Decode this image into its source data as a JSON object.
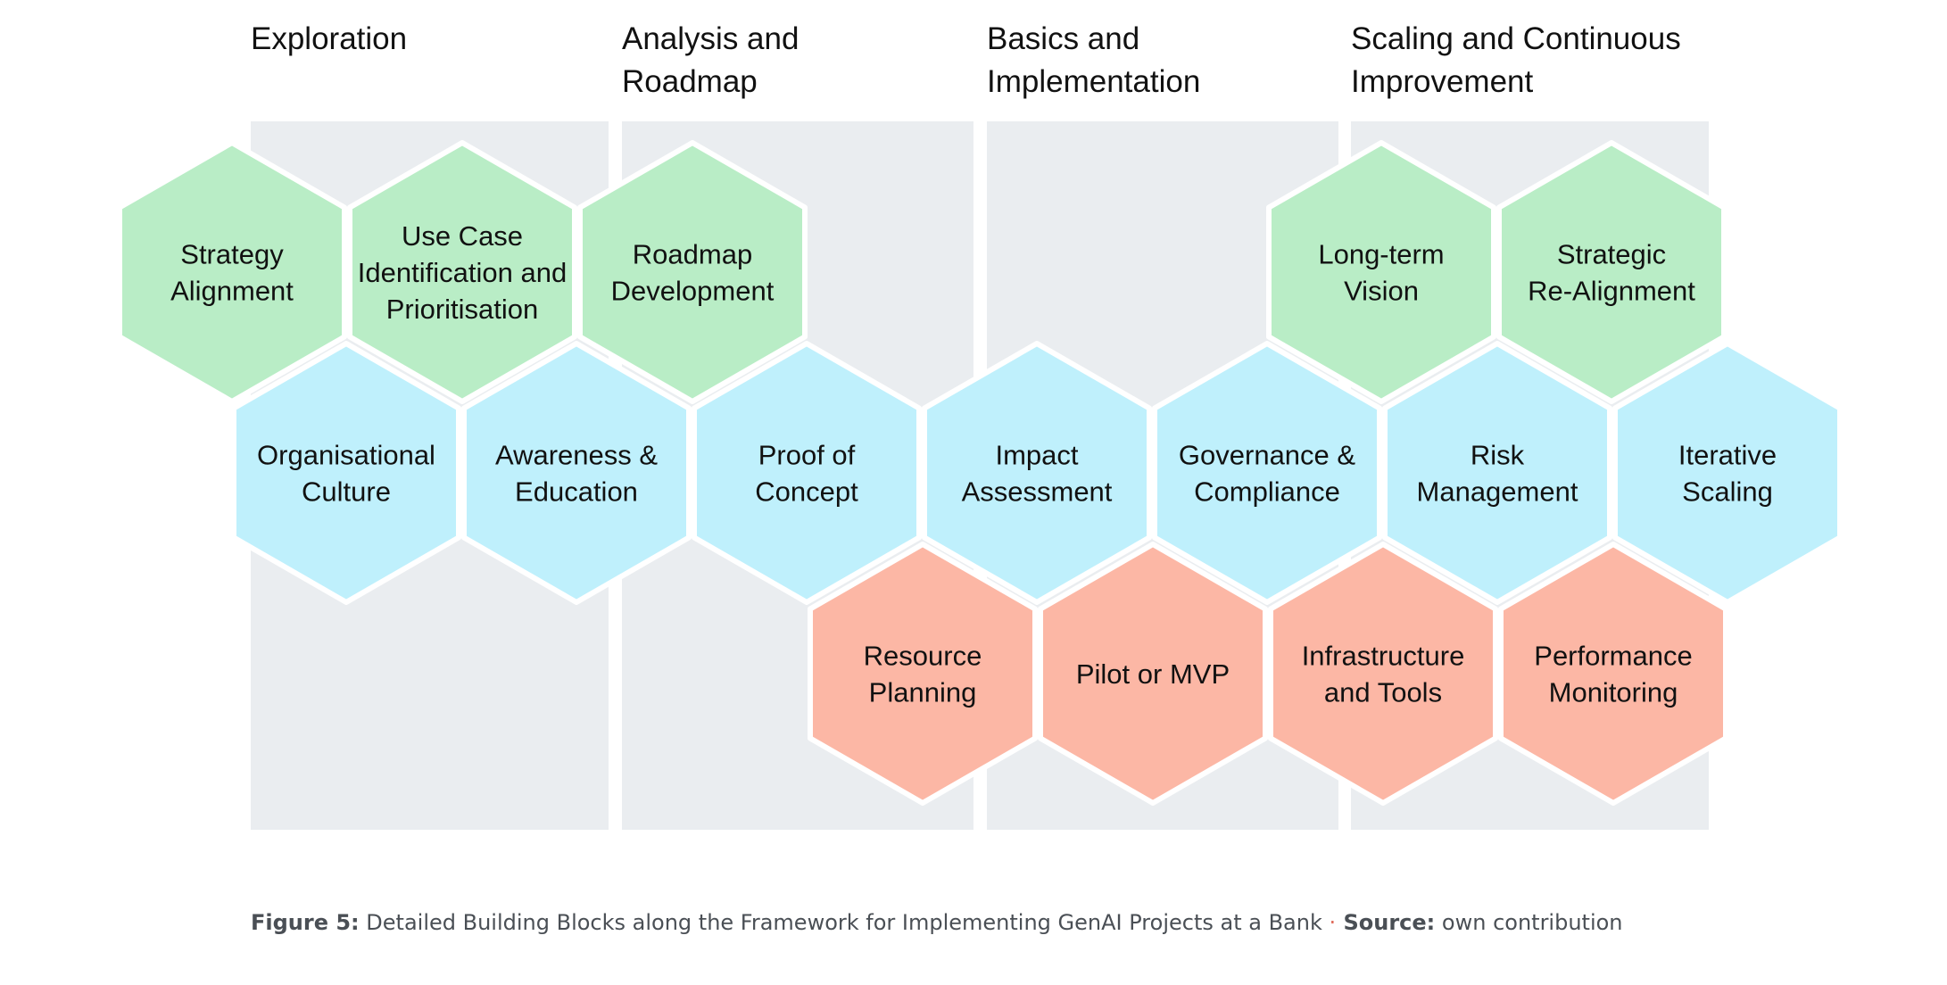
{
  "colors": {
    "panel": "#eaedf0",
    "green": "#b9edc6",
    "blue": "#bff0fc",
    "salmon": "#fcb7a5",
    "text": "#111111"
  },
  "phases": [
    {
      "title": "Exploration"
    },
    {
      "title": "Analysis and\nRoadmap"
    },
    {
      "title": "Basics and\nImplementation"
    },
    {
      "title": "Scaling and Continuous\nImprovement"
    }
  ],
  "blocks": {
    "green": [
      {
        "id": "strategy-alignment",
        "lines": [
          "Strategy",
          "Alignment"
        ]
      },
      {
        "id": "use-case-identification",
        "lines": [
          "Use Case",
          "Identification and",
          "Prioritisation"
        ]
      },
      {
        "id": "roadmap-development",
        "lines": [
          "Roadmap",
          "Development"
        ]
      },
      {
        "id": "long-term-vision",
        "lines": [
          "Long-term",
          "Vision"
        ]
      },
      {
        "id": "strategic-re-alignment",
        "lines": [
          "Strategic",
          "Re-Alignment"
        ]
      }
    ],
    "blue": [
      {
        "id": "organisational-culture",
        "lines": [
          "Organisational",
          "Culture"
        ]
      },
      {
        "id": "awareness-education",
        "lines": [
          "Awareness &",
          "Education"
        ]
      },
      {
        "id": "proof-of-concept",
        "lines": [
          "Proof of",
          "Concept"
        ]
      },
      {
        "id": "impact-assessment",
        "lines": [
          "Impact",
          "Assessment"
        ]
      },
      {
        "id": "governance-compliance",
        "lines": [
          "Governance &",
          "Compliance"
        ]
      },
      {
        "id": "risk-management",
        "lines": [
          "Risk",
          "Management"
        ]
      },
      {
        "id": "iterative-scaling",
        "lines": [
          "Iterative",
          "Scaling"
        ]
      }
    ],
    "salmon": [
      {
        "id": "resource-planning",
        "lines": [
          "Resource",
          "Planning"
        ]
      },
      {
        "id": "pilot-or-mvp",
        "lines": [
          "Pilot or MVP"
        ]
      },
      {
        "id": "infrastructure-and-tools",
        "lines": [
          "Infrastructure",
          "and Tools"
        ]
      },
      {
        "id": "performance-monitoring",
        "lines": [
          "Performance",
          "Monitoring"
        ]
      }
    ]
  },
  "caption": {
    "label": "Figure 5:",
    "text": " Detailed Building Blocks along the Framework for Implementing GenAI Projects at a Bank ",
    "separator": "·",
    "source_label": " Source:",
    "source_text": " own contribution"
  }
}
